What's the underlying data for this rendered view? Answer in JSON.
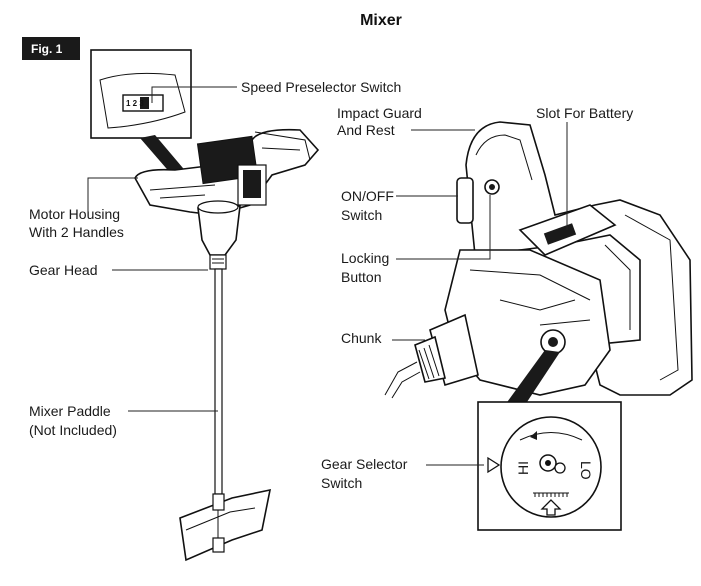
{
  "title": "Mixer",
  "figure_label": "Fig. 1",
  "labels": {
    "speed_preselector": "Speed Preselector Switch",
    "impact_guard_line1": "Impact Guard",
    "impact_guard_line2": "And Rest",
    "slot_for_battery": "Slot For Battery",
    "on_off_line1": "ON/OFF",
    "on_off_line2": "Switch",
    "motor_housing_line1": "Motor Housing",
    "motor_housing_line2": "With 2 Handles",
    "locking_line1": "Locking",
    "locking_line2": "Button",
    "gear_head": "Gear Head",
    "chunk": "Chunk",
    "mixer_paddle_line1": "Mixer Paddle",
    "mixer_paddle_line2": "(Not Included)",
    "gear_selector_line1": "Gear Selector",
    "gear_selector_line2": "Switch"
  },
  "dial_marks": {
    "left": "HI",
    "right": "LO"
  },
  "preselector_marks": "1 2 3"
}
